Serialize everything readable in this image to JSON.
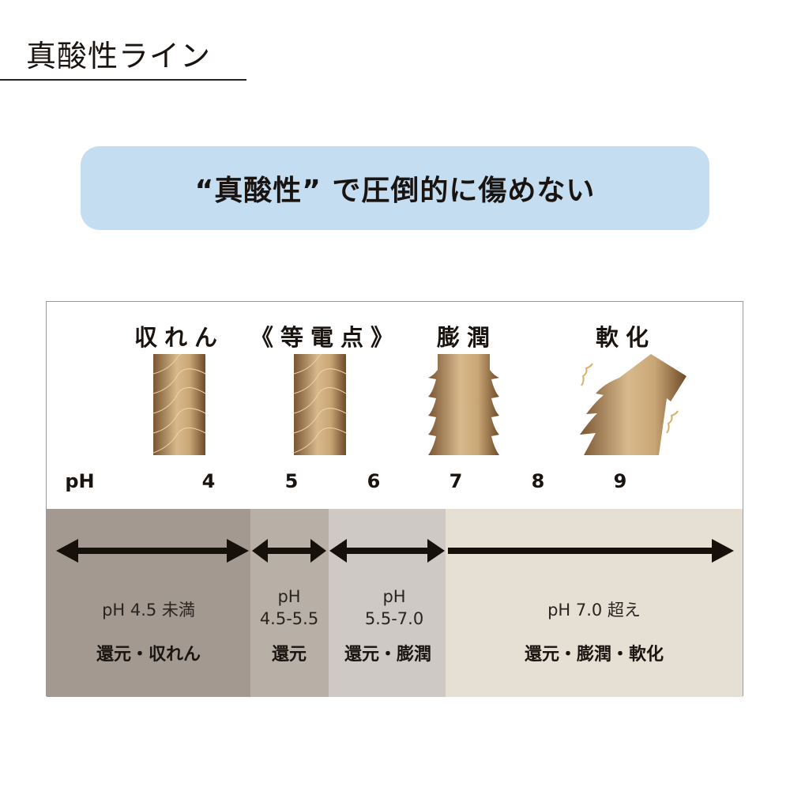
{
  "title": "真酸性ライン",
  "banner": "“真酸性” で圧倒的に傷めない",
  "stages": [
    "収れん",
    "《等電点》",
    "膨潤",
    "軟化"
  ],
  "ph_label": "pH",
  "ph_ticks": [
    "4",
    "5",
    "6",
    "7",
    "8",
    "9"
  ],
  "segments": [
    {
      "range": "pH 4.5 未満",
      "range2": "",
      "effect": "還元・収れん",
      "color": "#a39990"
    },
    {
      "range": "pH",
      "range2": "4.5-5.5",
      "effect": "還元",
      "color": "#b8afa6"
    },
    {
      "range": "pH",
      "range2": "5.5-7.0",
      "effect": "還元・膨潤",
      "color": "#cec9c5"
    },
    {
      "range": "pH 7.0 超え",
      "range2": "",
      "effect": "還元・膨潤・軟化",
      "color": "#e6dfd4"
    }
  ]
}
